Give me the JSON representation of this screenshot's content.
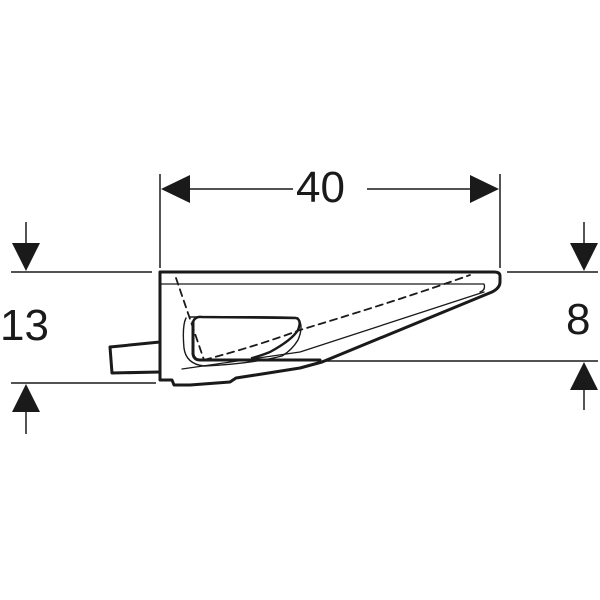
{
  "drawing": {
    "title": "Side view technical drawing with dimensions",
    "stroke_color": "#1a1a1a",
    "background_color": "#ffffff"
  },
  "dimensions": {
    "width": {
      "value": "40",
      "orientation": "horizontal"
    },
    "left_height": {
      "value": "13",
      "orientation": "vertical"
    },
    "right_height": {
      "value": "8",
      "orientation": "vertical"
    }
  }
}
